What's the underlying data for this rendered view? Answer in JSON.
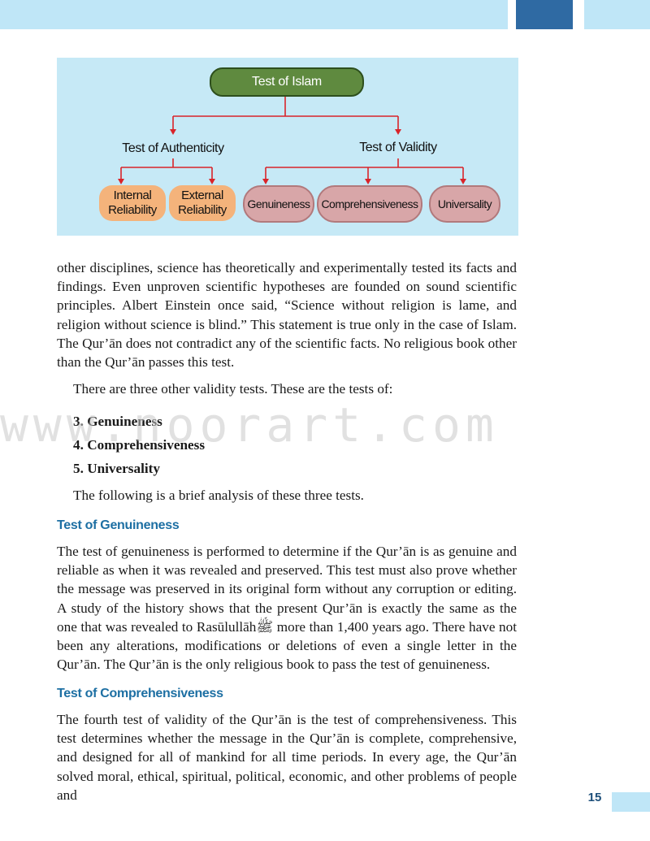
{
  "diagram": {
    "root": "Test of Islam",
    "authenticity": {
      "label": "Test of Authenticity",
      "children": [
        "Internal Reliability",
        "External Reliability"
      ]
    },
    "validity": {
      "label": "Test of Validity",
      "children": [
        "Genuineness",
        "Comprehensiveness",
        "Universality"
      ]
    }
  },
  "body": {
    "para1": "other  disciplines, science has theoretically and experimentally tested its facts and findings. Even unproven scientific hypotheses are founded on sound scientific principles. Albert Einstein once said, “Science without religion is lame, and religion without science is blind.” This statement is true only in the case of Islam. The Qur’ān does not contradict any of the scientific facts. No religious book other than the Qur’ān passes this test.",
    "intro_tests": "There are three other validity tests. These are the tests of:",
    "list": [
      "3. Genuineness",
      "4. Comprehensiveness",
      "5. Universality"
    ],
    "brief": "The following is a brief analysis of these three tests.",
    "heading_genuineness": "Test of Genuineness",
    "para_genuineness": "The test of genuineness is performed to determine if the Qur’ān is as genuine and reliable as when it was revealed and preserved. This test must also prove whether the message was preserved in its original form without any corruption or editing. A study of the history shows that the present Qur’ān is exactly the same as the one that was revealed to Rasūlullāhﷺ more than 1,400 years ago. There have not been any alterations, modifications or deletions of even a single letter in the Qur’ān. The Qur’ān is the only religious book to pass the test of genuineness.",
    "heading_comprehensiveness": "Test of Comprehensiveness",
    "para_comprehensiveness": "The fourth test of validity of the Qur’ān is the test of comprehensiveness. This test determines whether the message in the Qur’ān is complete, comprehensive, and designed for all of mankind for all time periods. In every age, the Qur’ān solved moral, ethical, spiritual, political, economic, and other problems of people and"
  },
  "watermark": "www.noorart.com",
  "page_number": "15",
  "colors": {
    "band": "#bfe6f7",
    "band_block": "#2f6aa3",
    "diagram_bg": "#c6e9f6",
    "root_fill": "#5f8a3f",
    "orange_fill": "#f4b37b",
    "pink_fill": "#d8a6a8",
    "connector": "#d9242a",
    "heading": "#1d6fa3"
  }
}
